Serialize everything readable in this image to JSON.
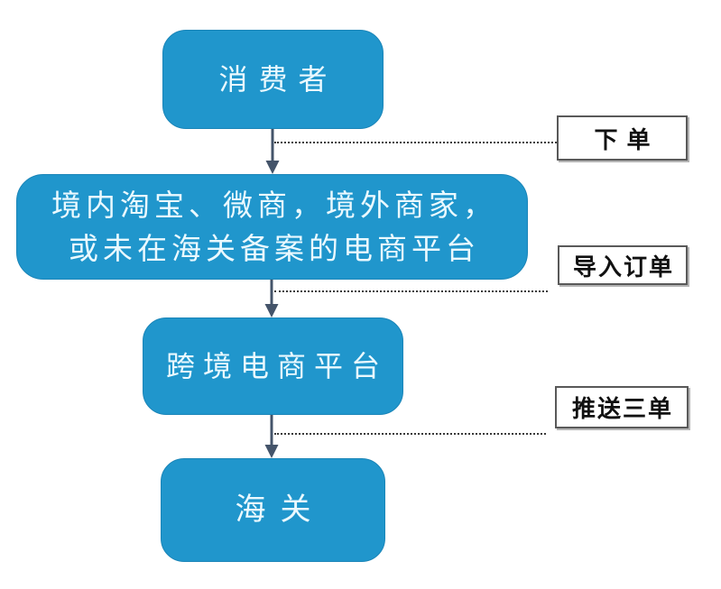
{
  "diagram": {
    "type": "flowchart",
    "colors": {
      "node_fill": "#2096CC",
      "node_border": "#1A85B8",
      "node_text": "#EAF9FF",
      "arrow": "#44546A",
      "label_border": "#595959",
      "label_text": "#111111",
      "dotted": "#3A3A3A",
      "background": "#FFFFFF"
    },
    "nodes": [
      {
        "id": "consumer",
        "lines": [
          "消费者"
        ]
      },
      {
        "id": "merchants",
        "lines": [
          "境内淘宝、微商，境外商家，",
          "或未在海关备案的电商平台"
        ]
      },
      {
        "id": "cbec-platform",
        "lines": [
          "跨境电商平台"
        ]
      },
      {
        "id": "customs",
        "lines": [
          "海关"
        ]
      }
    ],
    "edges": [
      {
        "from": "consumer",
        "to": "merchants",
        "label": "下单"
      },
      {
        "from": "merchants",
        "to": "cbec-platform",
        "label": "导入订单"
      },
      {
        "from": "cbec-platform",
        "to": "customs",
        "label": "推送三单"
      }
    ]
  }
}
